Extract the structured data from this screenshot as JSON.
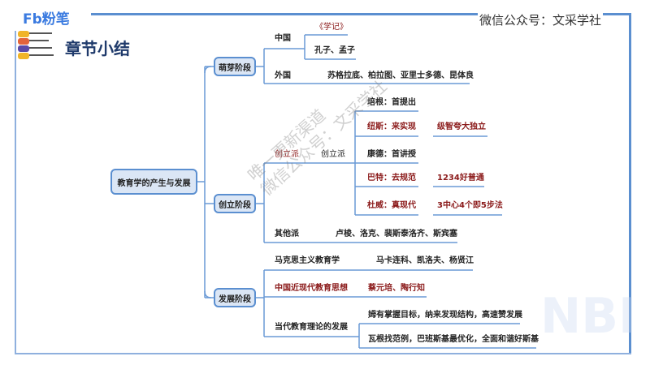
{
  "header": {
    "logo": "Fb粉笔",
    "watermark": "微信公众号：文采学社",
    "section_title": "章节小结"
  },
  "overlay_watermark": {
    "line1": "唯一更新渠道",
    "line2": "微信公众号：文采学社",
    "corner": "NBI"
  },
  "colors": {
    "accent": "#5b8fd0",
    "highlight": "#8b1a1a",
    "title": "#1f3a6b"
  },
  "mindmap": {
    "root": "教育学的产生与发展",
    "stage1": {
      "label": "萌芽阶段",
      "china": "中国",
      "china_items": [
        "《学记》",
        "孔子、孟子"
      ],
      "foreign": "外国",
      "foreign_items": "苏格拉底、柏拉图、亚里士多德、昆体良"
    },
    "stage2": {
      "label": "创立阶段",
      "founding": "创立派",
      "founding_sub": "创立派",
      "items": [
        {
          "name": "培根：首提出",
          "detail": ""
        },
        {
          "name": "纽斯：来实现",
          "detail": "级智夸大独立"
        },
        {
          "name": "康德：首讲授",
          "detail": ""
        },
        {
          "name": "巴特：去规范",
          "detail": "1234好普通"
        },
        {
          "name": "杜威：真现代",
          "detail": "3中心4个即5步法"
        }
      ],
      "other": "其他派",
      "other_items": "卢梭、洛克、裴斯泰洛齐、斯宾塞"
    },
    "stage3": {
      "label": "发展阶段",
      "marxist": "马克思主义教育学",
      "marxist_items": "马卡连科、凯洛夫、杨贤江",
      "china_modern": "中国近现代教育思想",
      "china_modern_items": "蔡元培、陶行知",
      "contemporary": "当代教育理论的发展",
      "contemporary_items": [
        "姆有掌握目标，纳来发现结构，高速赞发展",
        "瓦根找范例，巴班斯基最优化，全面和谐好斯基"
      ]
    }
  }
}
